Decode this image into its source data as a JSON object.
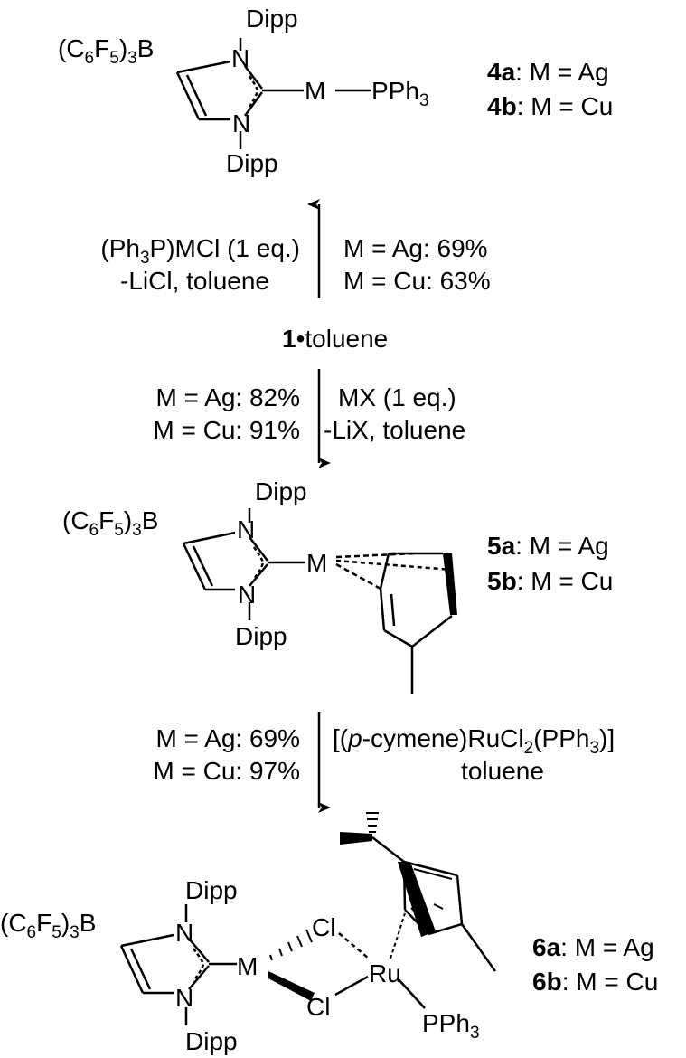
{
  "structure_4": {
    "borane": "(C6F5)3B",
    "n_top": "N",
    "n_bottom": "N",
    "dipp_top": "Dipp",
    "dipp_bottom": "Dipp",
    "metal": "M",
    "ligand": "PPh3",
    "label_a_num": "4a",
    "label_a_text": ": M = Ag",
    "label_b_num": "4b",
    "label_b_text": ": M = Cu"
  },
  "arrow_up": {
    "reagent_line1": "(Ph3P)MCl (1 eq.)",
    "reagent_line2": "-LiCl, toluene",
    "yield_line1": "M = Ag: 69%",
    "yield_line2": "M = Cu: 63%"
  },
  "start": {
    "num": "1",
    "text": "•toluene"
  },
  "arrow_down_1": {
    "yield_line1": "M = Ag: 82%",
    "yield_line2": "M = Cu: 91%",
    "reagent_line1": "MX (1 eq.)",
    "reagent_line2": "-LiX, toluene"
  },
  "structure_5": {
    "borane": "(C6F5)3B",
    "n_top": "N",
    "n_bottom": "N",
    "dipp_top": "Dipp",
    "dipp_bottom": "Dipp",
    "metal": "M",
    "label_a_num": "5a",
    "label_a_text": ": M = Ag",
    "label_b_num": "5b",
    "label_b_text": ": M = Cu"
  },
  "arrow_down_2": {
    "yield_line1": "M = Ag: 69%",
    "yield_line2": "M = Cu: 97%",
    "reagent_line1": "[(p-cymene)RuCl2(PPh3)]",
    "reagent_line2": "toluene"
  },
  "structure_6": {
    "borane": "(C6F5)3B",
    "n_top": "N",
    "n_bottom": "N",
    "dipp_top": "Dipp",
    "dipp_bottom": "Dipp",
    "metal": "M",
    "cl_top": "Cl",
    "cl_bottom": "Cl",
    "ru": "Ru",
    "ligand": "PPh3",
    "label_a_num": "6a",
    "label_a_text": ": M = Ag",
    "label_b_num": "6b",
    "label_b_text": ": M = Cu"
  }
}
